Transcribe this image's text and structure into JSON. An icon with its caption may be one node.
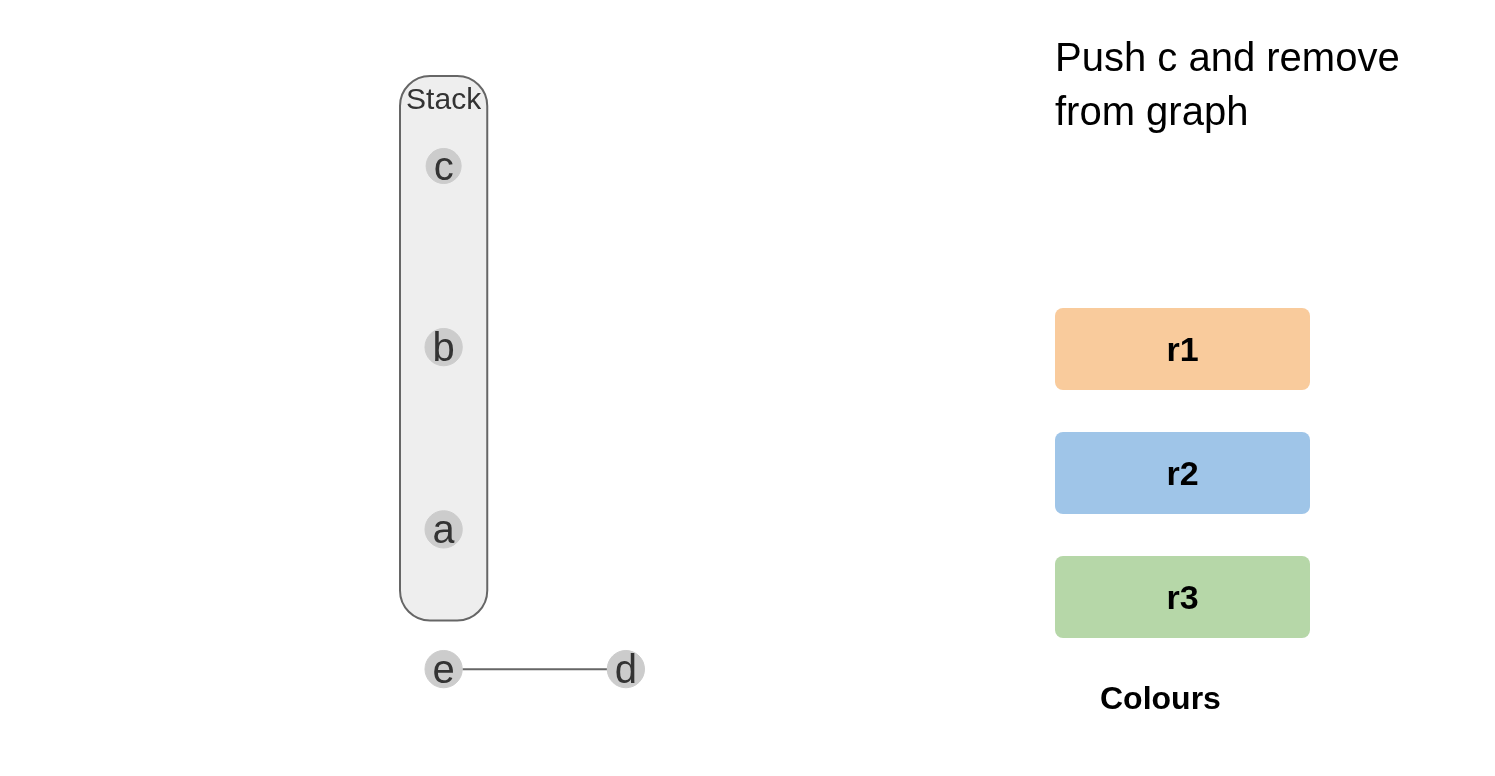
{
  "diagram": {
    "nodes": [
      {
        "text": [
          "e"
        ]
      },
      {
        "text": [
          "d"
        ]
      },
      {
        "text": [
          "Stack"
        ]
      },
      {
        "text": [
          "c"
        ],
        "in": 2
      },
      {
        "text": [
          "b"
        ],
        "in": 2
      },
      {
        "text": [
          "a"
        ],
        "in": 2
      }
    ],
    "edges": [
      {
        "from": 0,
        "to": 1,
        "arrow": "none"
      }
    ],
    "labels": [
      "Push c and remove from graph",
      "Colours"
    ],
    "legend": [
      {
        "text": "r1",
        "color": "#f9cb9c"
      },
      {
        "text": "r2",
        "color": "#9fc5e8"
      },
      {
        "text": "r3",
        "color": "#b6d7a8"
      }
    ]
  }
}
